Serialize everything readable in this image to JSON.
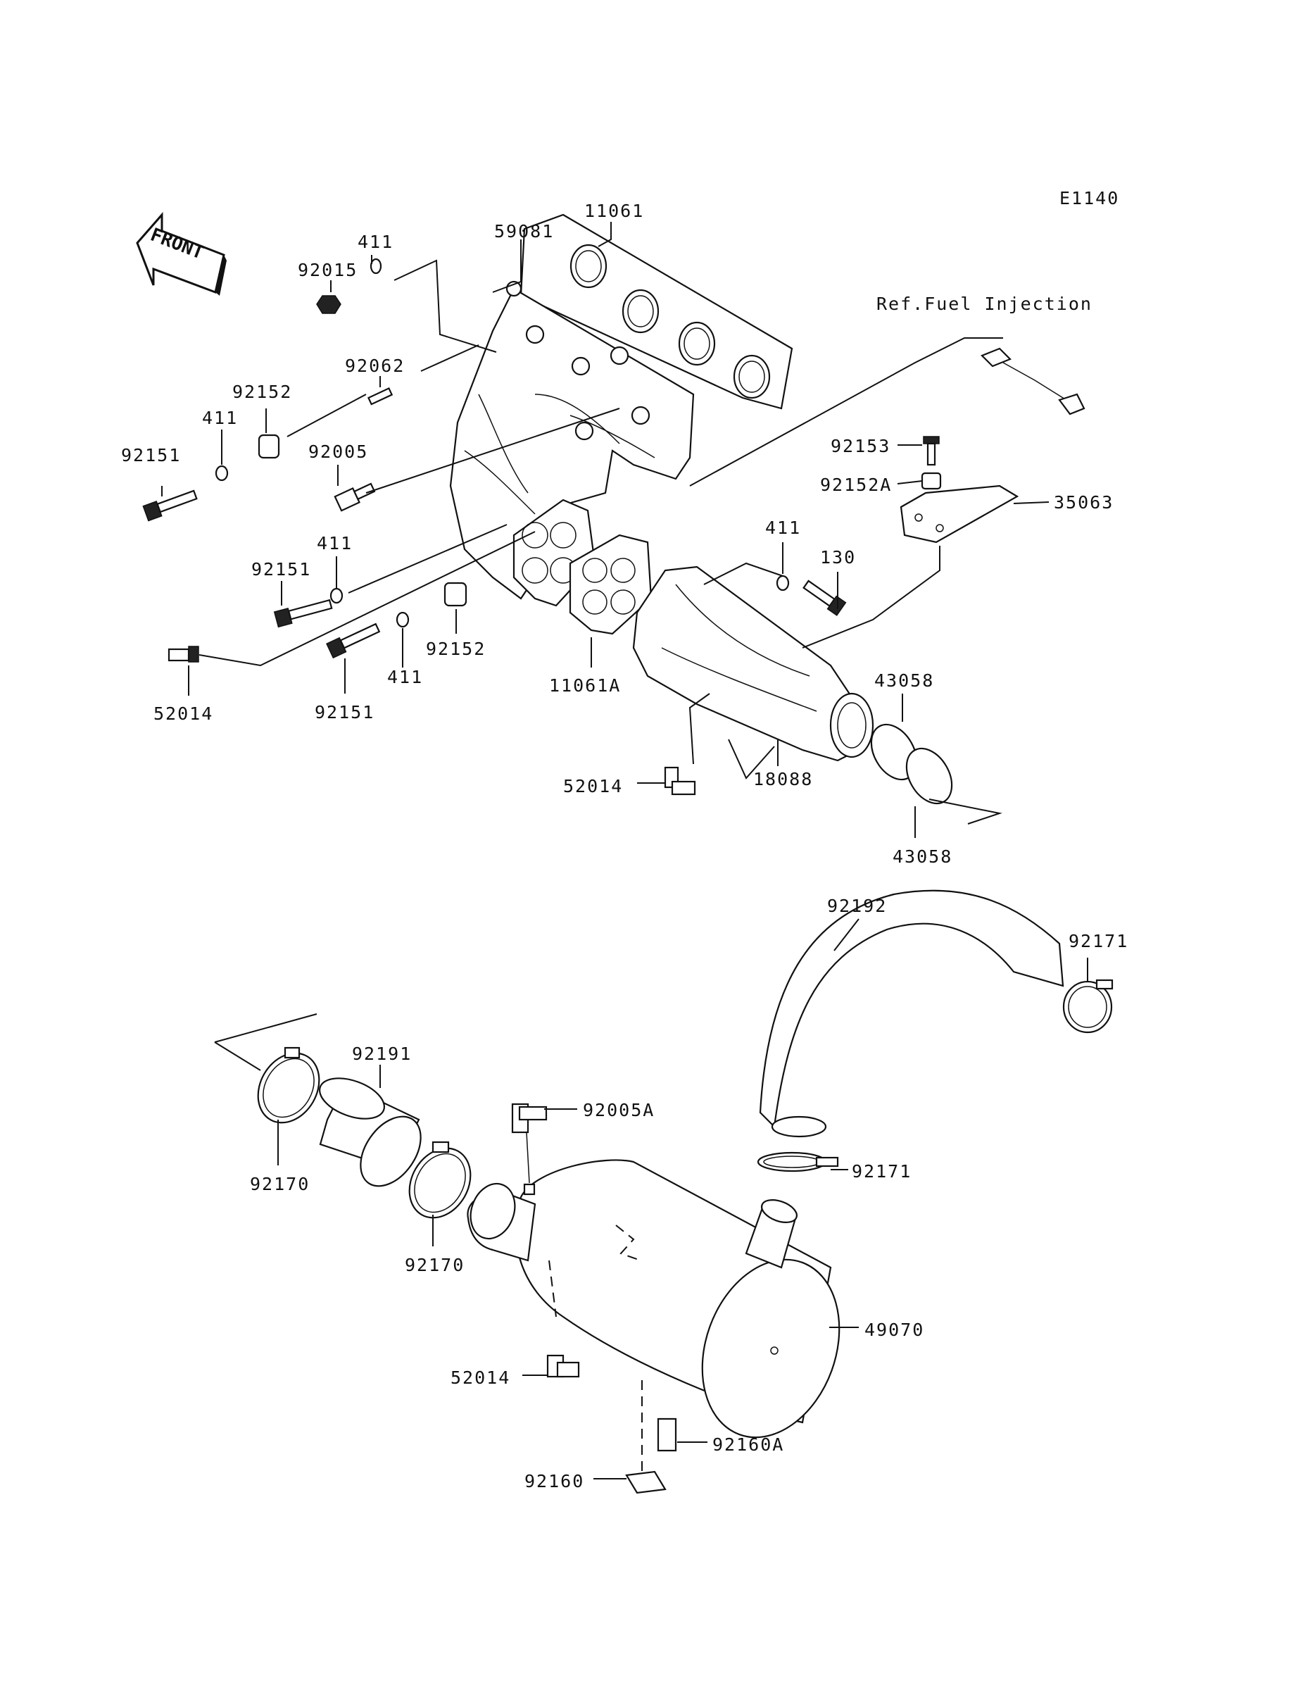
{
  "diagram_code": "E1140",
  "front_label": "FRONT",
  "reference_note": "Ref.Fuel Injection",
  "parts": {
    "p11061": "11061",
    "p59081": "59081",
    "p411_top": "411",
    "p92015": "92015",
    "p92062": "92062",
    "p92152_left": "92152",
    "p411_left": "411",
    "p92151_left": "92151",
    "p92005": "92005",
    "p92151_mid": "92151",
    "p411_mid": "411",
    "p52014_left": "52014",
    "p92151_low": "92151",
    "p411_low": "411",
    "p92152_low": "92152",
    "p11061A": "11061A",
    "p92153": "92153",
    "p92152A": "92152A",
    "p35063": "35063",
    "p411_right": "411",
    "p130": "130",
    "p43058_top": "43058",
    "p18088": "18088",
    "p52014_mid": "52014",
    "p43058_bottom": "43058",
    "p92192": "92192",
    "p92171_top": "92171",
    "p92191": "92191",
    "p92005A": "92005A",
    "p92170_left": "92170",
    "p92171_mid": "92171",
    "p92170_mid": "92170",
    "p49070": "49070",
    "p52014_bottom": "52014",
    "p92160A": "92160A",
    "p92160": "92160"
  }
}
